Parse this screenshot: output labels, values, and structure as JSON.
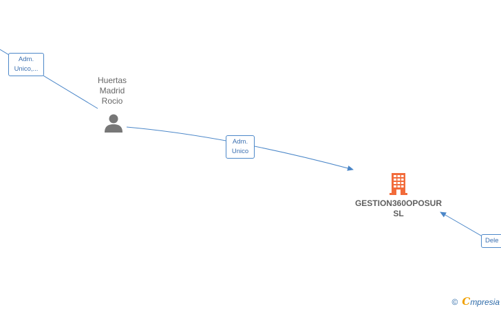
{
  "nodes": {
    "person": {
      "name_lines": [
        "Huertas",
        "Madrid",
        "Rocio"
      ],
      "icon": "person-icon"
    },
    "company": {
      "name_lines": [
        "GESTION360OPOSUR",
        "SL"
      ],
      "icon": "building-icon"
    }
  },
  "edge_labels": {
    "top_left": [
      "Adm.",
      "Unico,..."
    ],
    "middle": [
      "Adm.",
      "Unico"
    ],
    "bottom_right": [
      "Dele"
    ]
  },
  "colors": {
    "edge": "#4a86c8",
    "company_icon": "#f26b3a",
    "person_icon": "#777777"
  },
  "brand": {
    "copyright": "©",
    "initial": "C",
    "rest": "mpresia"
  }
}
